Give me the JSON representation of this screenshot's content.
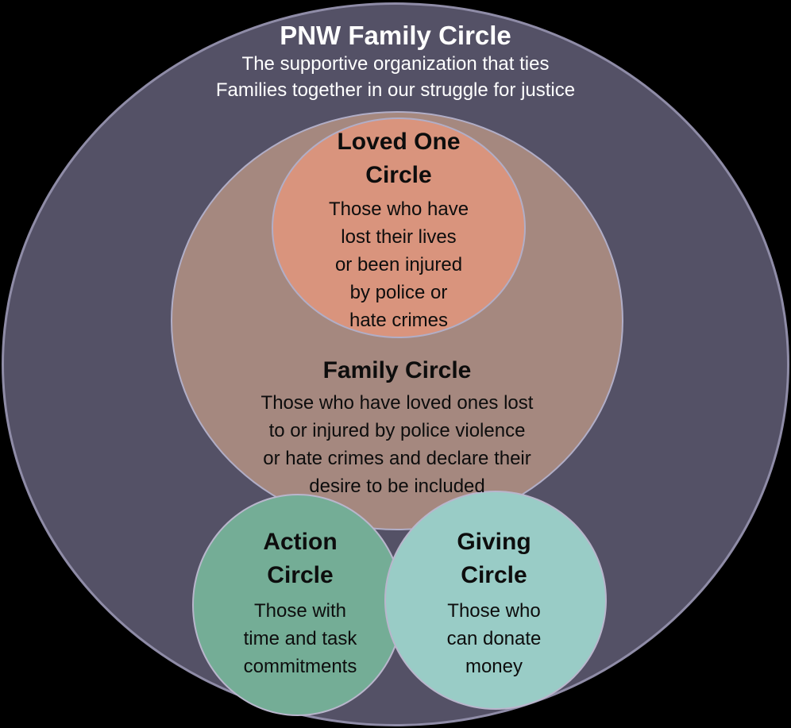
{
  "diagram": {
    "background_color": "#000000",
    "border_color": "#B1AEC7",
    "outer_circle": {
      "title": "PNW Family Circle",
      "subtitle": "The supportive organization that ties\nFamilies together in our struggle for justice",
      "fill": "#545166",
      "text_color": "#FFFFFF"
    },
    "loved_one_circle": {
      "title": "Loved One\nCircle",
      "description": "Those who have\nlost their lives\nor been injured\nby police or\nhate crimes",
      "fill": "#D9947D",
      "text_color": "#0D0D0D"
    },
    "family_circle": {
      "title": "Family Circle",
      "description": "Those who have loved ones lost\nto or injured by police violence\nor hate crimes and declare their\ndesire to be included",
      "fill": "#A5887F",
      "text_color": "#0D0D0D"
    },
    "action_circle": {
      "title": "Action\nCircle",
      "description": "Those with\ntime and task\ncommitments",
      "fill": "#74AD96",
      "text_color": "#0D0D0D"
    },
    "giving_circle": {
      "title": "Giving\nCircle",
      "description": "Those who\ncan donate\nmoney",
      "fill": "#99CCC6",
      "text_color": "#0D0D0D"
    }
  }
}
